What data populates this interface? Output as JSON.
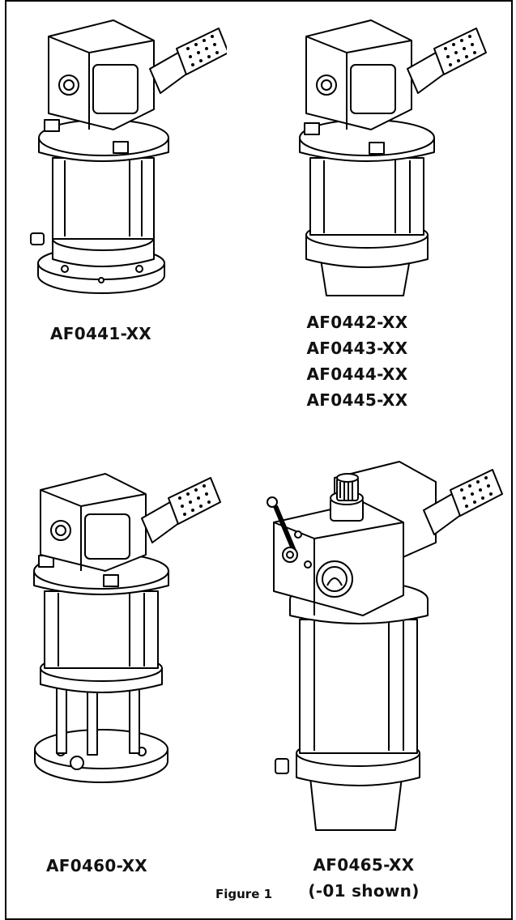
{
  "figure_caption": "Figure 1",
  "models": [
    {
      "id": "af0441",
      "labels": [
        "AF0441-XX"
      ]
    },
    {
      "id": "af0442",
      "labels": [
        "AF0442-XX",
        "AF0443-XX",
        "AF0444-XX",
        "AF0445-XX"
      ]
    },
    {
      "id": "af0460",
      "labels": [
        "AF0460-XX"
      ]
    },
    {
      "id": "af0465",
      "labels": [
        "AF0465-XX",
        "(-01 shown)"
      ]
    }
  ],
  "icons": [
    "pump-motor-drawing"
  ]
}
